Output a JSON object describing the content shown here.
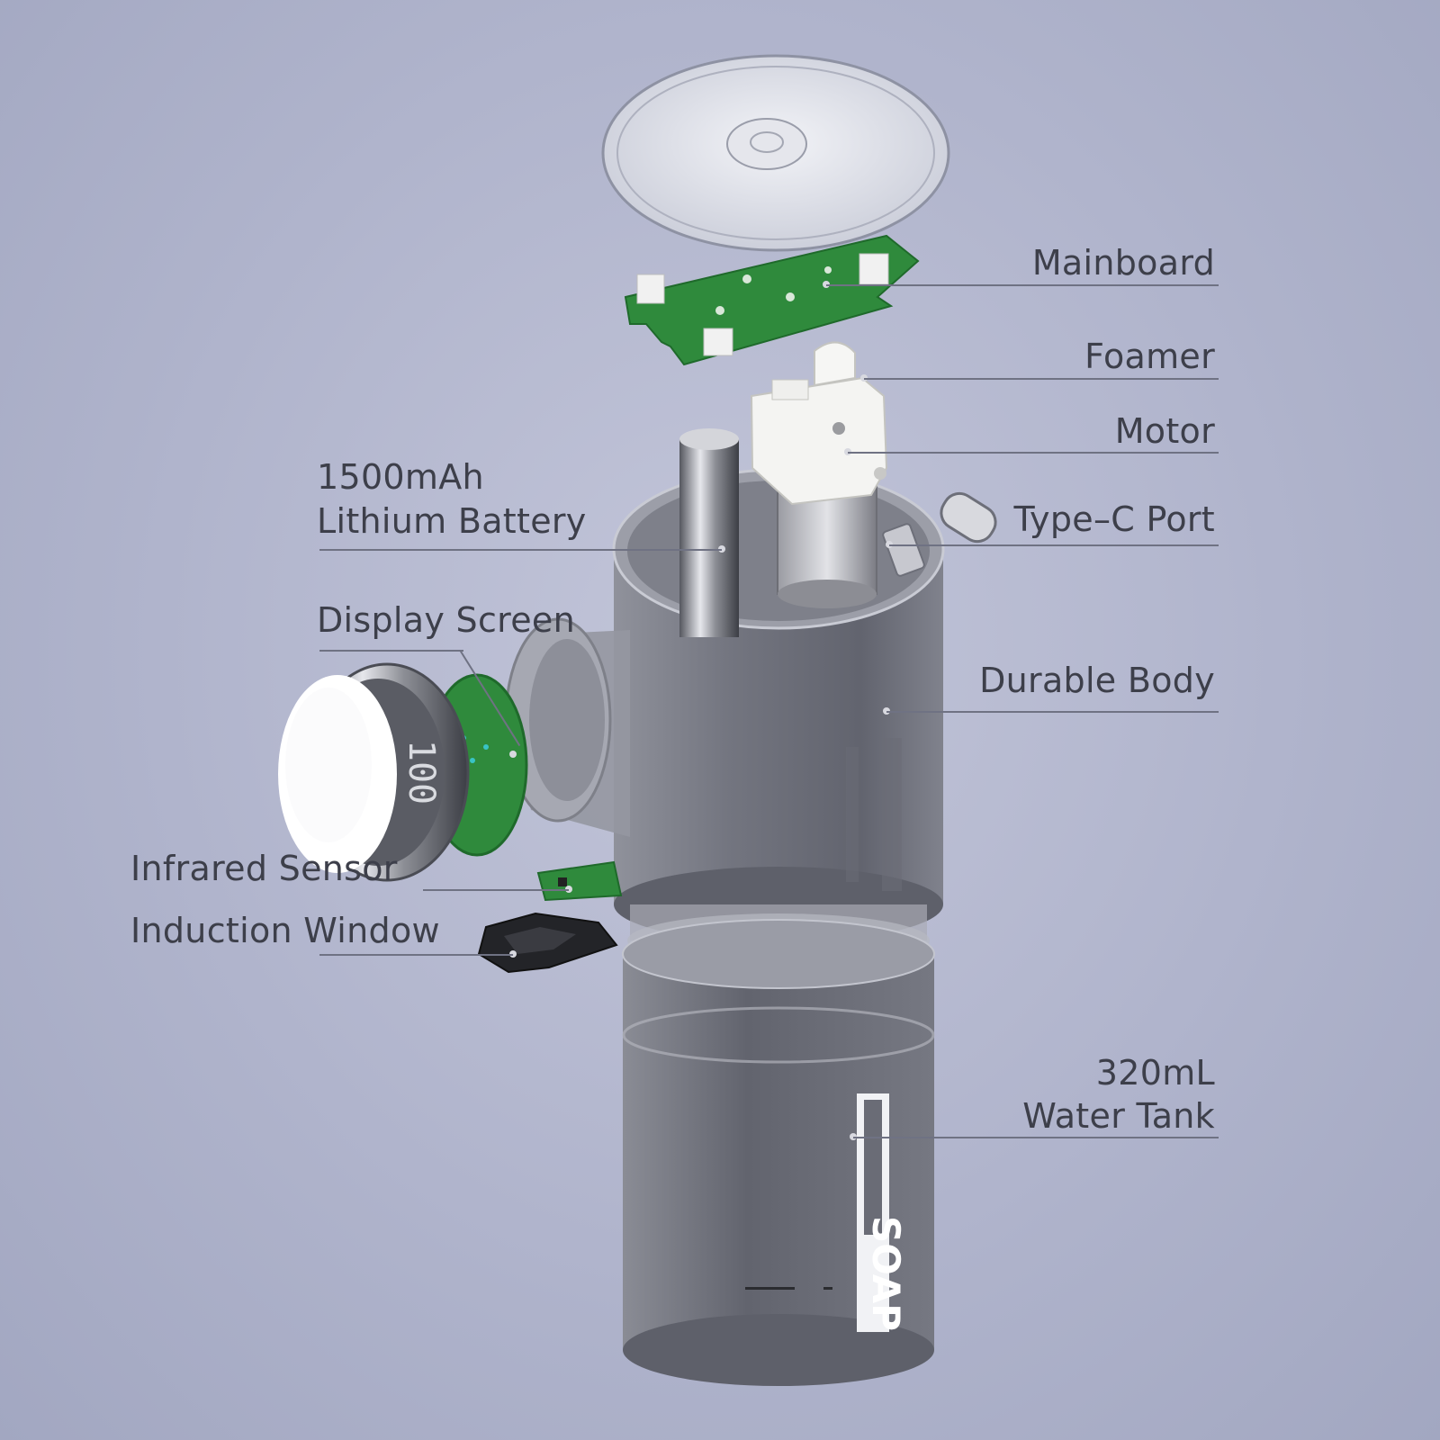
{
  "callouts": {
    "mainboard": "Mainboard",
    "foamer": "Foamer",
    "motor": "Motor",
    "type_c_port": "Type–C Port",
    "battery_capacity": "1500mAh",
    "battery_type": "Lithium Battery",
    "durable_body": "Durable Body",
    "display_screen": "Display Screen",
    "infrared_sensor": "Infrared Sensor",
    "induction_window": "Induction Window",
    "tank_capacity": "320mL",
    "tank_type": "Water Tank"
  },
  "product": {
    "tank_logo_text": "SOAP",
    "display_digits": "100"
  },
  "colors": {
    "pcb_green": "#2f8a3c",
    "body_grey": "#6e7079",
    "label_text": "#3d3f4a"
  }
}
